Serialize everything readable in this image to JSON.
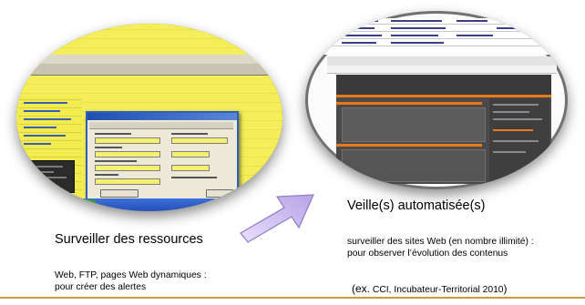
{
  "left_block": {
    "title": "Surveiller des ressources",
    "desc_line1": "Web, FTP, pages Web dynamiques :",
    "desc_line2": "pour créer des alertes"
  },
  "right_block": {
    "title": "Veille(s) automatisée(s)",
    "desc_line1": "surveiller des sites Web (en nombre illimité) :",
    "desc_line2": "pour observer l’évolution des contenus",
    "example_prefix": "(ex.",
    "example_source": " CCI, Incubateur-Territorial 2010",
    "example_suffix": ")"
  },
  "colors": {
    "accent_rule": "#c99a3c",
    "arrow_fill": "#c9b8ee",
    "lens_yellow": "#f3ee5a",
    "site_orange": "#e87a1a"
  },
  "icons": {
    "arrow": "diagonal-arrow-icon"
  }
}
